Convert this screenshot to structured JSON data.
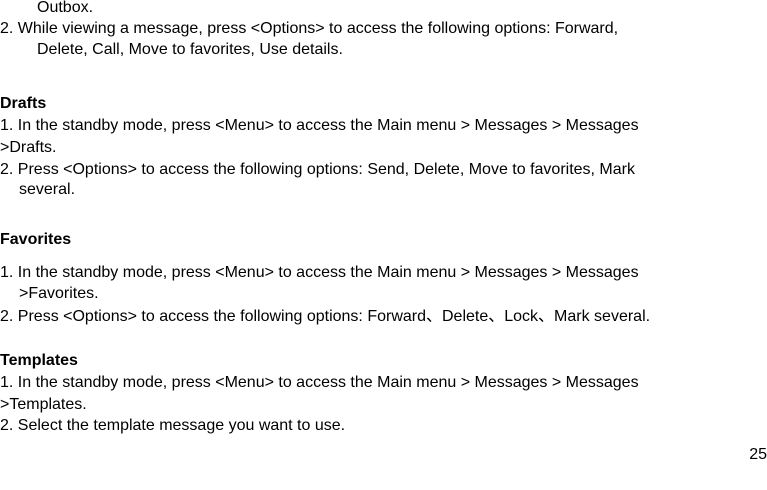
{
  "lines": {
    "outbox_cont": "Outbox.",
    "item2_a": "2.  While viewing a message, press <Options> to access the following options: Forward,",
    "item2_b": "Delete, Call, Move to favorites, Use details."
  },
  "drafts": {
    "heading": "Drafts",
    "l1a": "1. In the standby mode, press <Menu> to access the Main menu > Messages > Messages",
    "l1b": ">Drafts.",
    "l2a": "2. Press <Options> to access the following options: Send, Delete, Move to favorites, Mark",
    "l2b": "several."
  },
  "favorites": {
    "heading": "Favorites",
    "l1a": "1. In the standby mode, press <Menu> to access the Main menu > Messages > Messages",
    "l1b": ">Favorites.",
    "l2": "2. Press <Options> to access the following options: Forward、Delete、Lock、Mark several."
  },
  "templates": {
    "heading": "Templates",
    "l1a": "1. In the standby mode, press <Menu> to access the Main menu > Messages > Messages",
    "l1b": ">Templates.",
    "l2": "2. Select the template message you want to use."
  },
  "page_number": "25"
}
